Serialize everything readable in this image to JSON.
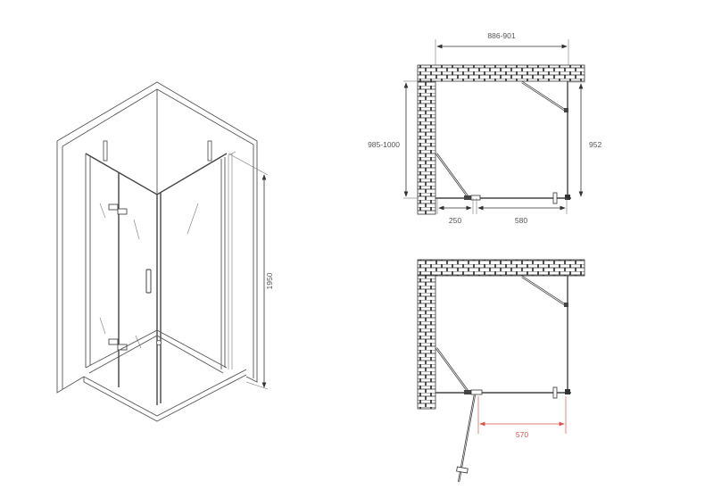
{
  "isometric_view": {
    "height_label": "1950"
  },
  "plan_closed": {
    "width_label": "886-901",
    "depth_label": "985-1000",
    "inner_depth_label": "952",
    "fixed_panel_label": "250",
    "door_label": "580"
  },
  "plan_open": {
    "door_opening_label": "570",
    "accent_color": "#d9534f"
  },
  "colors": {
    "line": "#555555",
    "dimension_text": "#555555",
    "highlight": "#d9534f"
  }
}
